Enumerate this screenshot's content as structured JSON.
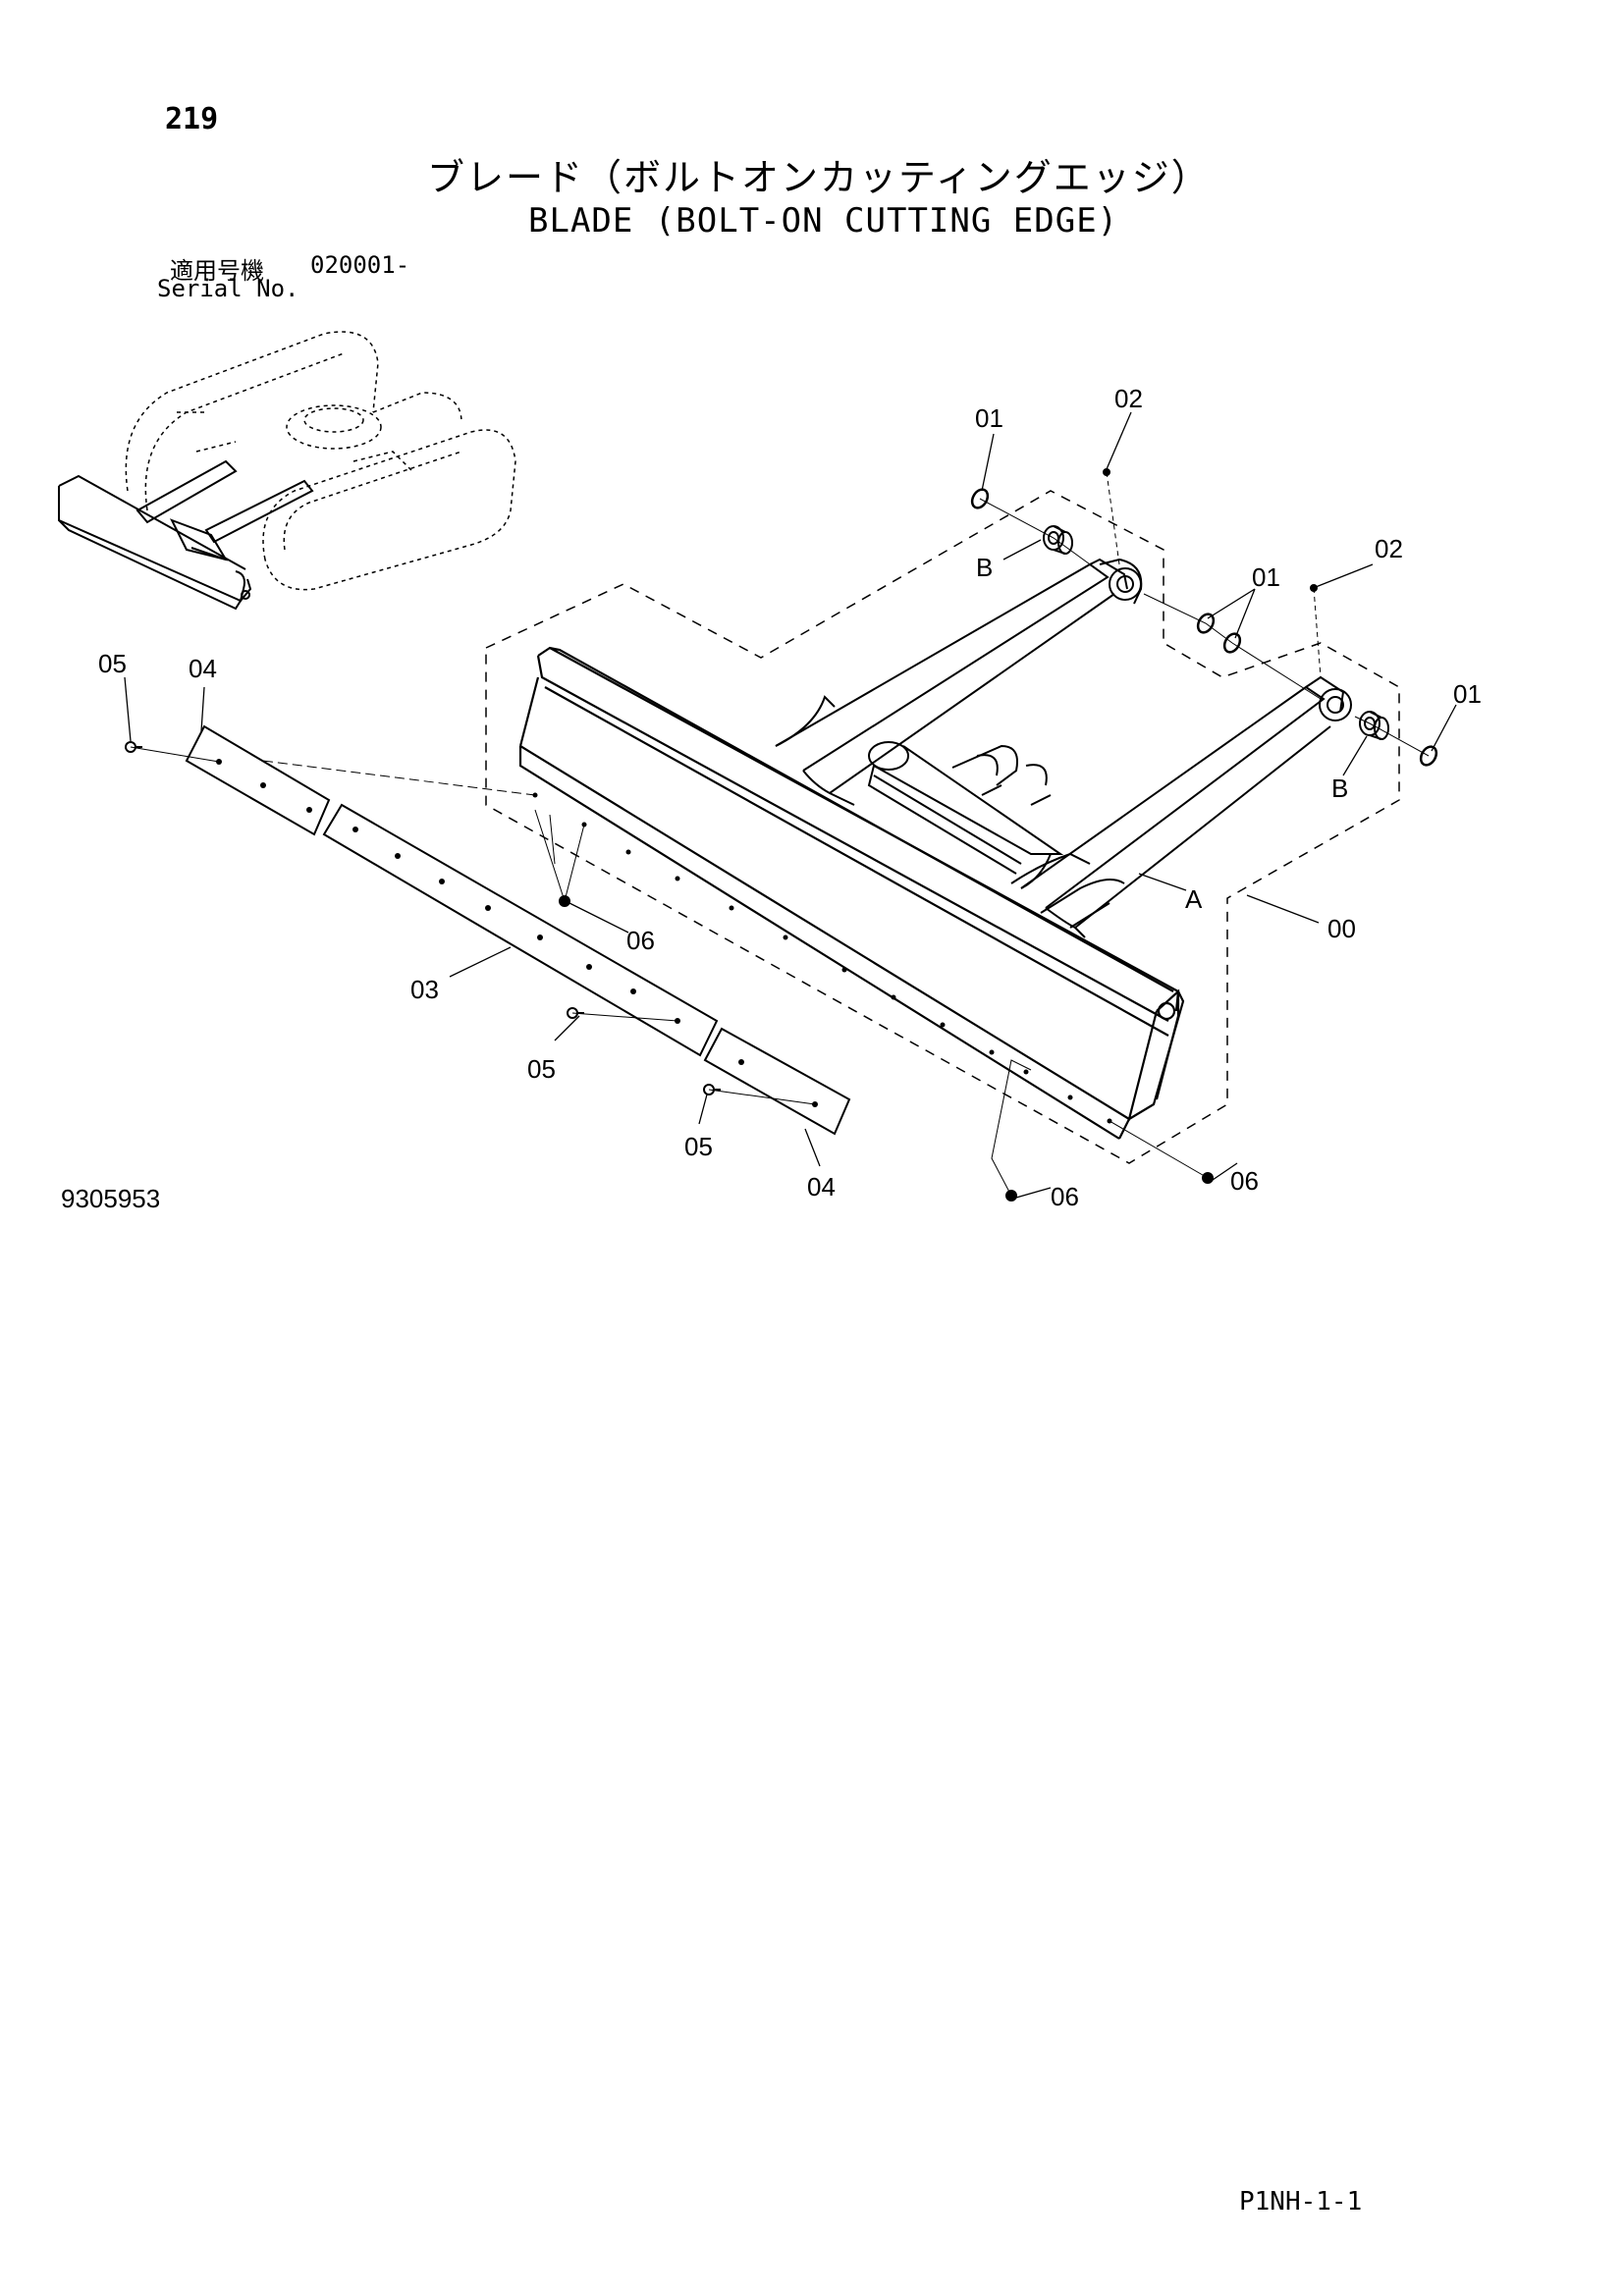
{
  "page_number": "219",
  "title_ja": "ブレード（ボルトオンカッティングエッジ）",
  "title_en": "BLADE (BOLT-ON CUTTING EDGE)",
  "serial_label_ja": "適用号機",
  "serial_value": "020001-",
  "serial_label_en": "Serial No.",
  "illustration_number": "9305953",
  "page_code": "P1NH-1-1",
  "callouts": {
    "c01a": "01",
    "c02a": "02",
    "c01b": "01",
    "c02b": "02",
    "c01c": "01",
    "cBa": "B",
    "cBb": "B",
    "cA": "A",
    "c00": "00",
    "c05a": "05",
    "c04a": "04",
    "c06a": "06",
    "c03": "03",
    "c05b": "05",
    "c05c": "05",
    "c04b": "04",
    "c06b": "06",
    "c06c": "06"
  }
}
